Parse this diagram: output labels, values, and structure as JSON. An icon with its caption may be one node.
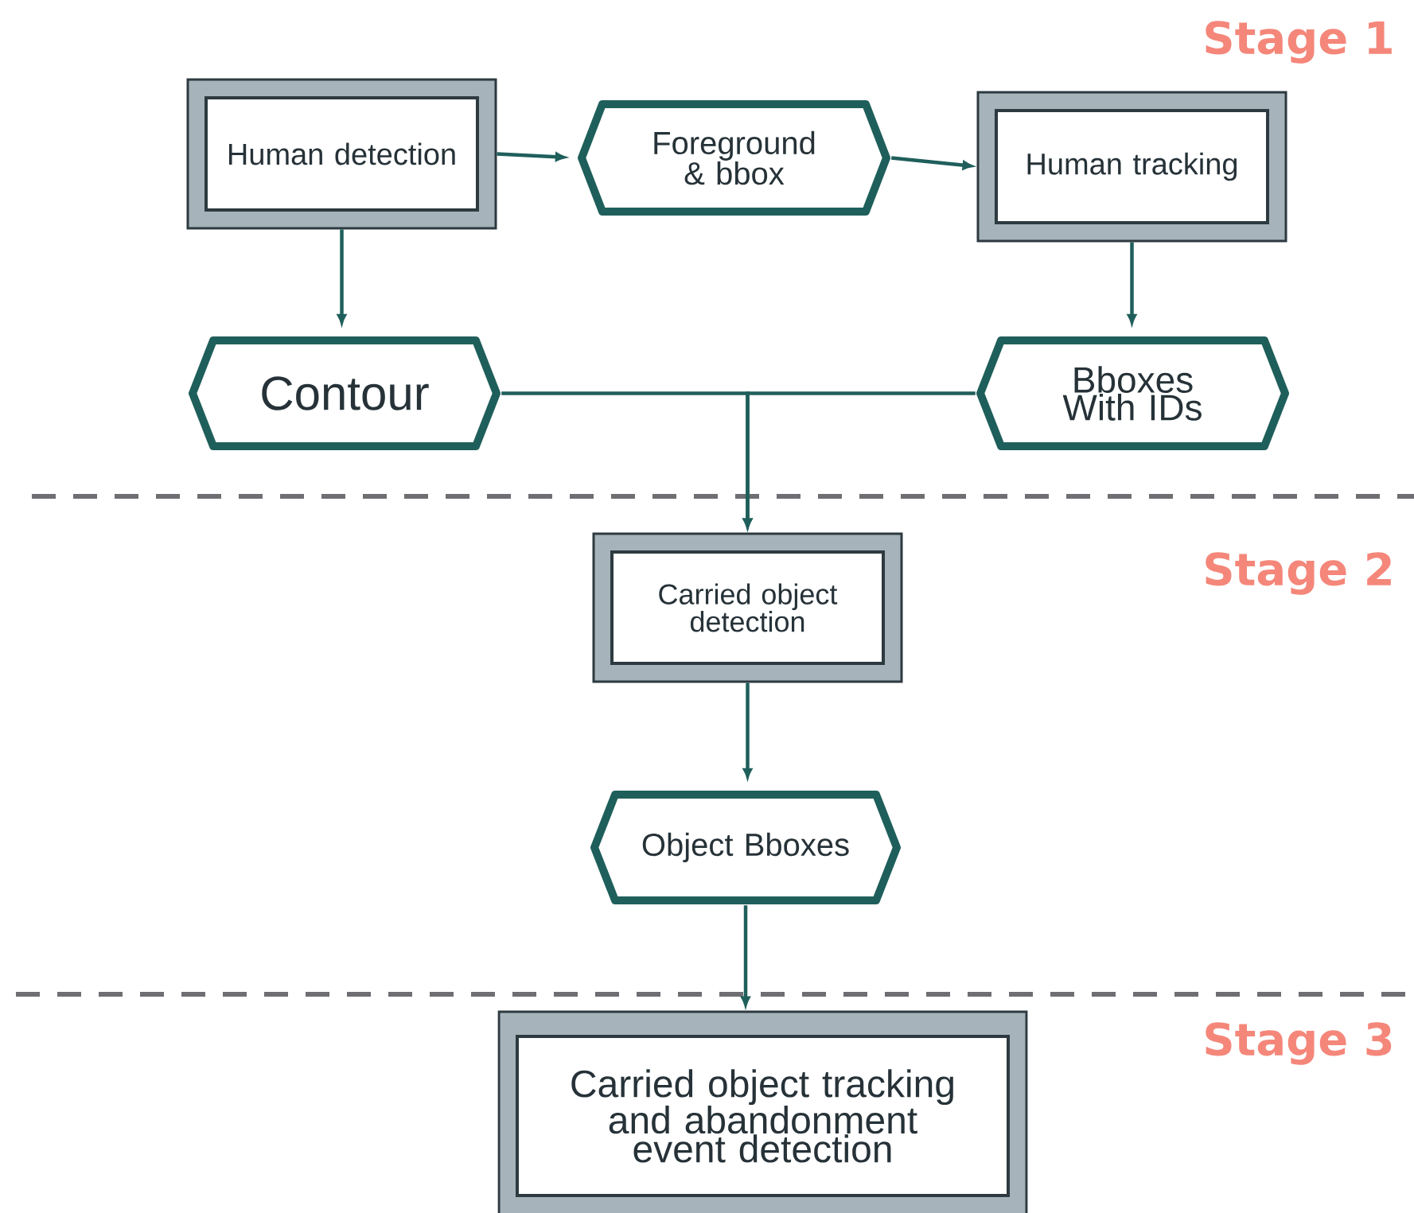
{
  "diagram": {
    "nodes": [
      {
        "text": [
          "Human detection"
        ]
      },
      {
        "text": [
          "Foreground & bbox"
        ]
      },
      {
        "text": [
          "Human tracking"
        ]
      },
      {
        "text": [
          "Contour"
        ]
      },
      {
        "text": [
          "Bboxes With IDs"
        ]
      },
      {
        "text": [
          "Carried object detection"
        ]
      },
      {
        "text": [
          "Object Bboxes"
        ]
      },
      {
        "text": [
          "Carried object tracking and abandonment event detection"
        ]
      }
    ],
    "edges": [
      {
        "from": 0,
        "to": 1,
        "arrow": "to"
      },
      {
        "from": 1,
        "to": 2,
        "arrow": "to"
      },
      {
        "from": 0,
        "to": 3,
        "arrow": "to"
      },
      {
        "from": 2,
        "to": 4,
        "arrow": "to"
      },
      {
        "from": 3,
        "to": 5,
        "arrow": "to"
      },
      {
        "from": 4,
        "to": 5,
        "arrow": "to"
      },
      {
        "from": 5,
        "to": 6,
        "arrow": "to"
      },
      {
        "from": 6,
        "to": 7,
        "arrow": "to"
      }
    ],
    "labels": [
      "Stage 1",
      "Stage 2",
      "Stage 3"
    ]
  }
}
